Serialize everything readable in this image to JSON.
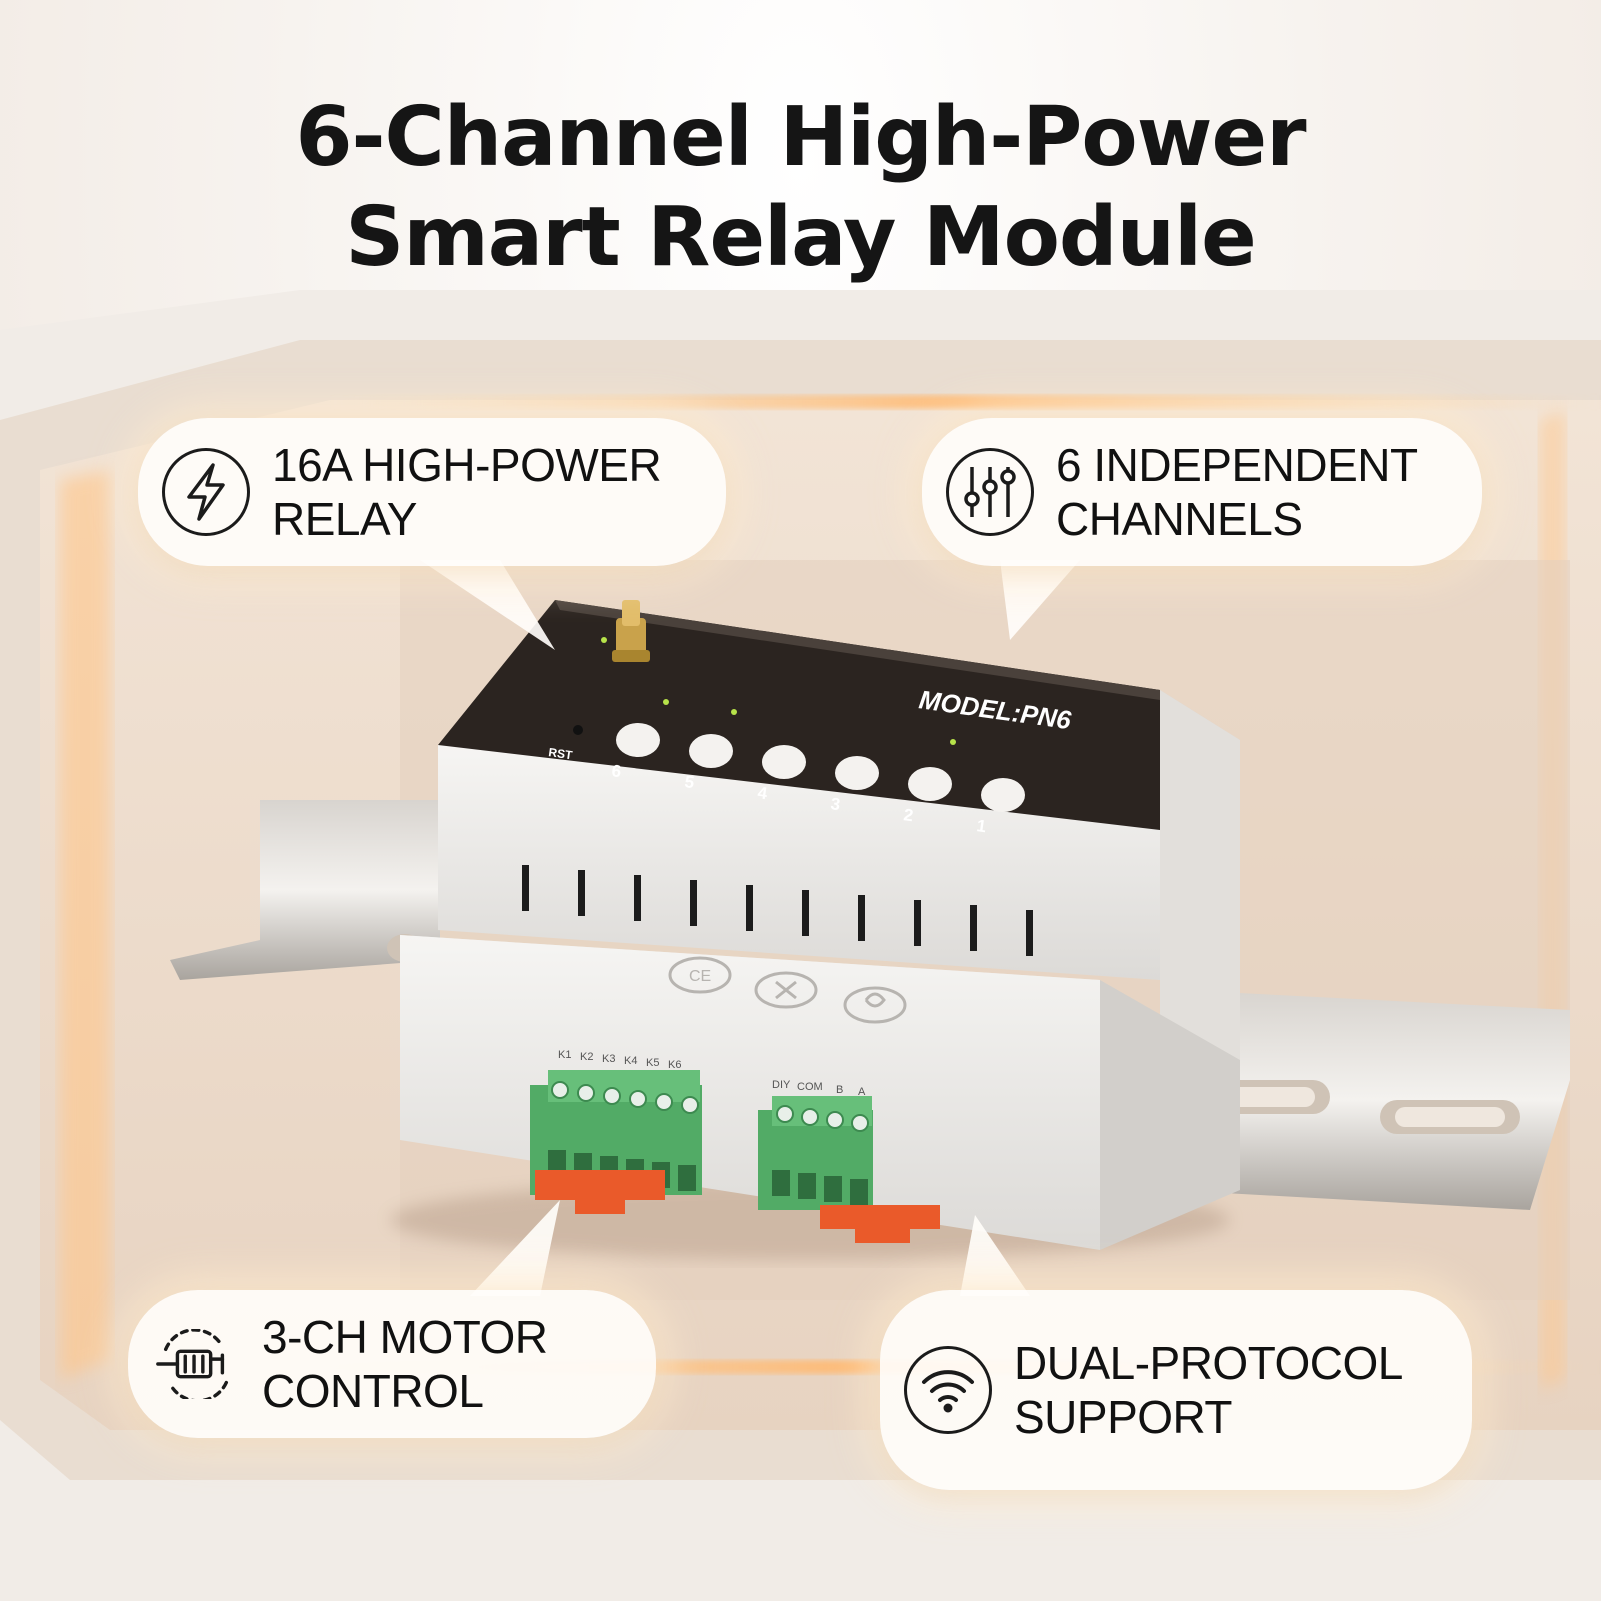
{
  "title": {
    "line1": "6-Channel High-Power",
    "line2": "Smart Relay Module"
  },
  "callouts": [
    {
      "icon": "lightning-bolt-icon",
      "line1": "16A HIGH-POWER",
      "line2": "RELAY"
    },
    {
      "icon": "sliders-icon",
      "line1": "6 INDEPENDENT",
      "line2": "CHANNELS"
    },
    {
      "icon": "motor-icon",
      "line1": "3-CH MOTOR",
      "line2": "CONTROL"
    },
    {
      "icon": "wifi-icon",
      "line1": "DUAL-PROTOCOL",
      "line2": "SUPPORT"
    }
  ],
  "device": {
    "model_label": "MODEL:PN6",
    "reset_label": "RST",
    "channel_buttons": [
      "6",
      "5",
      "4",
      "3",
      "2",
      "1"
    ],
    "terminal_labels_left": [
      "K1",
      "K2",
      "K3",
      "K4",
      "K5",
      "K6"
    ],
    "terminal_labels_right": [
      "DIY",
      "COM",
      "B",
      "A"
    ],
    "marks": [
      "CE",
      "weee-bin-icon",
      "recycle-icon"
    ]
  },
  "colors": {
    "accent_glow": "#ffb870",
    "device_body": "#efeeec",
    "device_panel": "#2b2420",
    "terminal_green": "#55b06a",
    "clip_orange": "#ea5a2a"
  }
}
